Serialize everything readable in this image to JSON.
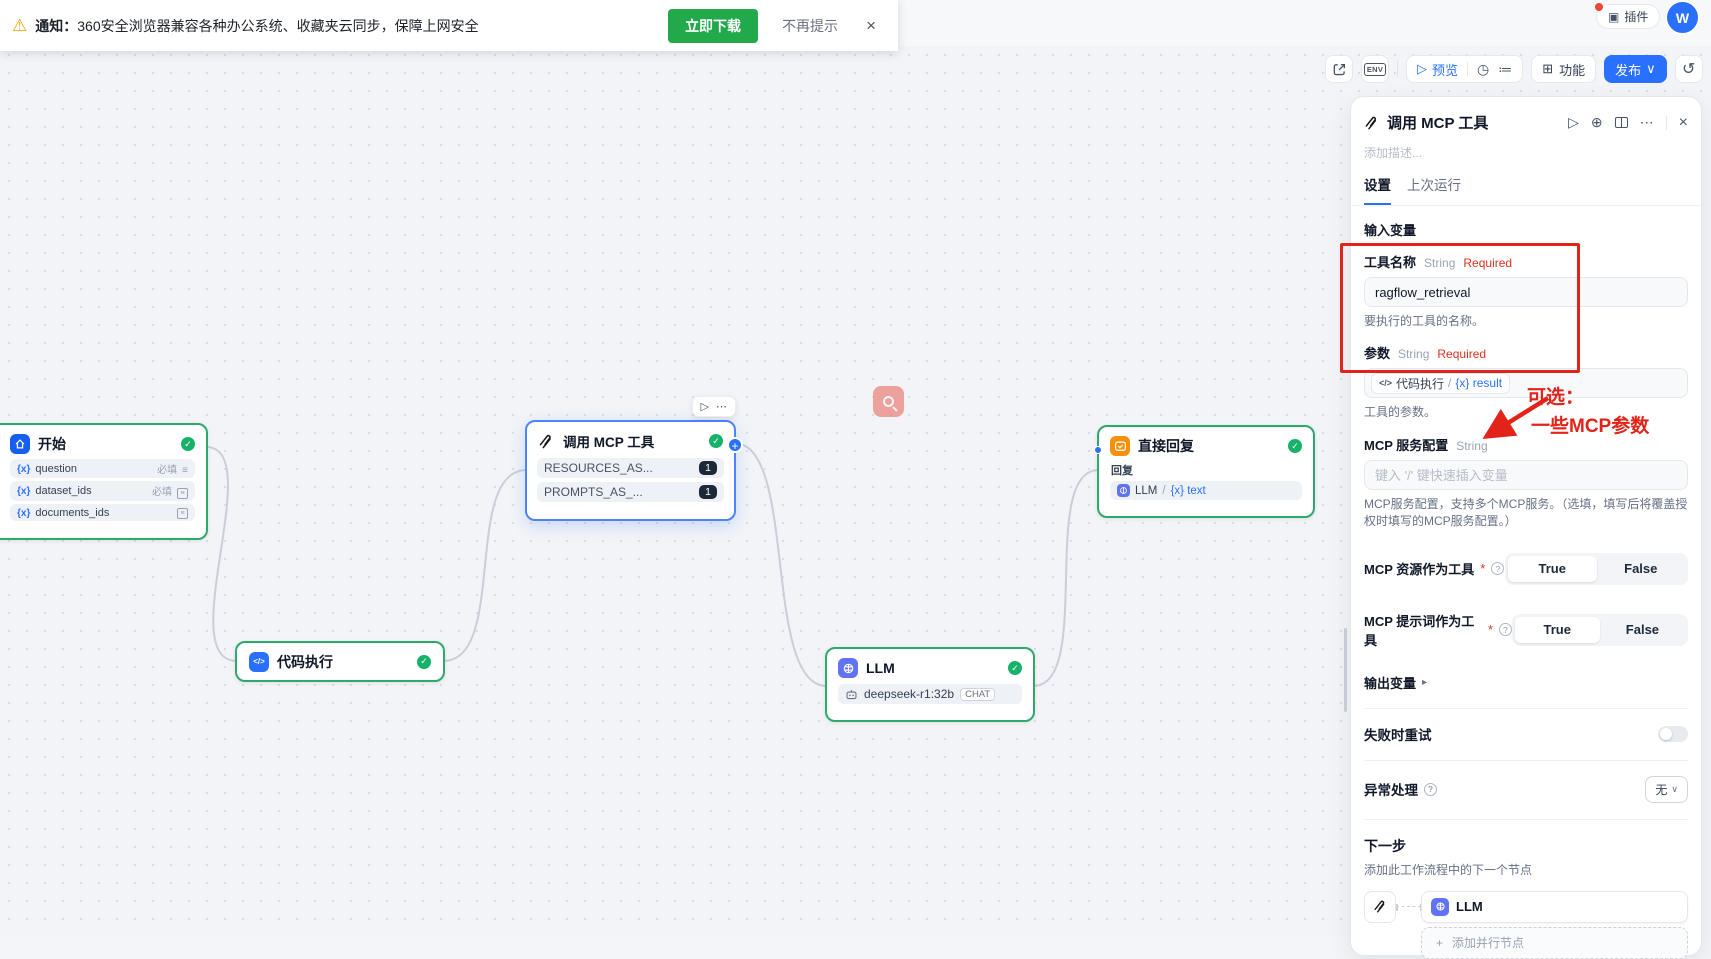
{
  "notification": {
    "label": "通知：",
    "message": "360安全浏览器兼容各种办公系统、收藏夹云同步，保障上网安全",
    "download": "立即下载",
    "dismiss": "不再提示",
    "close": "×"
  },
  "account": {
    "plugin": "插件",
    "avatar": "W"
  },
  "toolbar": {
    "env": "ENV",
    "preview": "预览",
    "features": "功能",
    "publish": "发布",
    "publish_caret": "∨"
  },
  "canvas": {
    "start": {
      "title": "开始",
      "rows": [
        {
          "prefix": "{x}",
          "name": "question",
          "required": "必填"
        },
        {
          "prefix": "{x}",
          "name": "dataset_ids",
          "required": "必填"
        },
        {
          "prefix": "{x}",
          "name": "documents_ids",
          "required": ""
        }
      ]
    },
    "code": {
      "title": "代码执行"
    },
    "mcp": {
      "title": "调用 MCP 工具",
      "rows": [
        {
          "name": "RESOURCES_AS...",
          "count": "1"
        },
        {
          "name": "PROMPTS_AS_...",
          "count": "1"
        }
      ]
    },
    "llm": {
      "title": "LLM",
      "model": "deepseek-r1:32b",
      "badge": "CHAT"
    },
    "reply": {
      "title": "直接回复",
      "label": "回复",
      "ref_node": "LLM",
      "ref_sep": "/",
      "ref_var": "{x} text"
    }
  },
  "panel": {
    "title": "调用 MCP 工具",
    "desc_placeholder": "添加描述...",
    "tabs": {
      "settings": "设置",
      "last_run": "上次运行"
    },
    "input_vars_title": "输入变量",
    "tool_name": {
      "label": "工具名称",
      "type": "String",
      "required": "Required",
      "value": "ragflow_retrieval",
      "helper": "要执行的工具的名称。"
    },
    "params": {
      "label": "参数",
      "type": "String",
      "required": "Required",
      "pill": {
        "icon": "</>",
        "node": "代码执行",
        "sep": "/",
        "var": "{x} result"
      },
      "helper": "工具的参数。"
    },
    "mcp_config": {
      "label": "MCP 服务配置",
      "type": "String",
      "placeholder": "键入 '/' 键快速插入变量",
      "helper": "MCP服务配置，支持多个MCP服务。（选填，填写后将覆盖授权时填写的MCP服务配置。）"
    },
    "resources_toggle": {
      "label": "MCP 资源作为工具",
      "required_mark": "*",
      "true_label": "True",
      "false_label": "False"
    },
    "prompts_toggle": {
      "label": "MCP 提示词作为工具",
      "required_mark": "*",
      "true_label": "True",
      "false_label": "False"
    },
    "output_vars": "输出变量",
    "retry": "失败时重试",
    "error_handling": {
      "label": "异常处理",
      "value": "无"
    },
    "next_step": {
      "title": "下一步",
      "subtitle": "添加此工作流程中的下一个节点",
      "node": "LLM",
      "add_parallel_plus": "+",
      "add_parallel": "添加并行节点"
    }
  },
  "annotation": {
    "line1": "可选：",
    "line2": "一些MCP参数"
  },
  "colors": {
    "accent": "#2970ff",
    "green": "#17b26a",
    "red": "#e2231a",
    "orange": "#f79009",
    "indigo": "#6172f3"
  }
}
